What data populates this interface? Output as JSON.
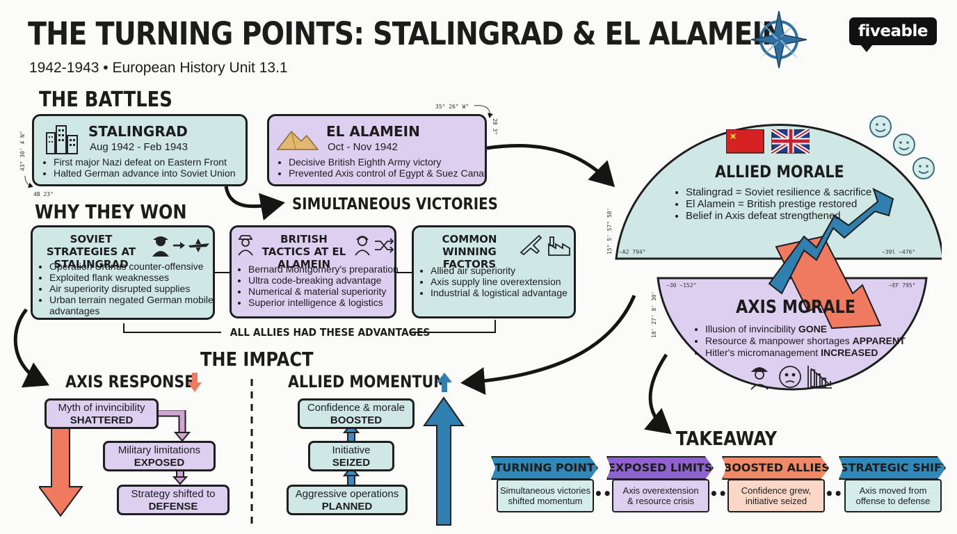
{
  "header": {
    "title": "THE TURNING POINTS: STALINGRAD & EL ALAMEIN",
    "subtitle": "1942-1943 • European History Unit 13.1",
    "logo": "fiveable"
  },
  "battles": {
    "heading": "THE BATTLES",
    "stalingrad": {
      "name": "STALINGRAD",
      "dates": "Aug 1942 - Feb 1943",
      "points": [
        "First major Nazi defeat on Eastern Front",
        "Halted German advance into Soviet Union"
      ],
      "icon": "city-buildings-icon"
    },
    "el_alamein": {
      "name": "EL ALAMEIN",
      "dates": "Oct - Nov 1942",
      "points": [
        "Decisive British Eighth Army victory",
        "Prevented Axis control of Egypt & Suez Canal"
      ],
      "icon": "desert-dunes-icon"
    },
    "simultaneous": "SIMULTANEOUS VICTORIES",
    "coords": {
      "c1": "43° 30' 4 N\"",
      "c2": "4B 23°",
      "c3": "35° 26\" W\"",
      "c4": "28 3°"
    }
  },
  "why": {
    "heading": "WHY THEY WON",
    "soviet": {
      "title": "SOVIET STRATEGIES AT STALINGRAD",
      "points": [
        "Operation Uranus counter-offensive",
        "Exploited flank weaknesses",
        "Air superiority disrupted supplies",
        "Urban terrain negated German mobile advantages"
      ]
    },
    "british": {
      "title": "BRITISH TACTICS AT EL ALAMEIN",
      "points": [
        "Bernard Montgomery's preparation",
        "Ultra code-breaking advantage",
        "Numerical & material superiority",
        "Superior intelligence & logistics"
      ]
    },
    "common": {
      "title": "COMMON WINNING FACTORS",
      "points": [
        "Allied air superiority",
        "Axis supply line overextension",
        "Industrial & logistical advantage"
      ]
    },
    "bracket_label": "ALL ALLIES HAD THESE ADVANTAGES"
  },
  "impact": {
    "heading": "THE IMPACT",
    "axis": {
      "heading": "AXIS RESPONSE",
      "steps": [
        {
          "text": "Myth of invincibility",
          "bold": "SHATTERED"
        },
        {
          "text": "Military limitations",
          "bold": "EXPOSED"
        },
        {
          "text": "Strategy shifted to",
          "bold": "DEFENSE"
        }
      ]
    },
    "allied": {
      "heading": "ALLIED MOMENTUM",
      "steps": [
        {
          "text": "Confidence & morale",
          "bold": "BOOSTED"
        },
        {
          "text": "Initiative",
          "bold": "SEIZED"
        },
        {
          "text": "Aggressive operations",
          "bold": "PLANNED"
        }
      ]
    }
  },
  "morale": {
    "allied": {
      "title": "ALLIED MORALE",
      "points": [
        "Stalingrad = Soviet resilience & sacrifice",
        "El Alamein = British prestige restored",
        "Belief in Axis defeat strengthened"
      ]
    },
    "axis": {
      "title": "AXIS MORALE",
      "points": [
        {
          "text": "Illusion of invincibility ",
          "bold": "GONE"
        },
        {
          "text": "Resource & manpower shortages ",
          "bold": "APPARENT"
        },
        {
          "text": "Hitler's micromanagement ",
          "bold": "INCREASED"
        }
      ]
    },
    "coords": {
      "c1": "15° 5' 57\" 58'",
      "c2": "~A2 794°",
      "c3": "~39l ~476°",
      "c4": "~30 ~152°",
      "c5": "~EF 795°",
      "c6": "18' 27' 8' 30'"
    }
  },
  "takeaway": {
    "heading": "TAKEAWAY",
    "items": [
      {
        "label": "TURNING POINT",
        "text1": "Simultaneous victories",
        "text2": "shifted momentum",
        "color": "#2f88b8",
        "card": "#d4ecea"
      },
      {
        "label": "EXPOSED LIMITS",
        "text1": "Axis overextension",
        "text2": "& resource crisis",
        "color": "#8e62cf",
        "card": "#dccff0"
      },
      {
        "label": "BOOSTED ALLIES",
        "text1": "Confidence grew,",
        "text2": "initiative seized",
        "color": "#f08a66",
        "card": "#fbd7c8"
      },
      {
        "label": "STRATEGIC SHIFT",
        "text1": "Axis moved from",
        "text2": "offense to defense",
        "color": "#2f88b8",
        "card": "#d4ecea"
      }
    ]
  },
  "colors": {
    "teal": "#cfe8e6",
    "lavender": "#dccff0",
    "blue_arrow": "#2f7fb0",
    "red_arrow": "#f07a60"
  }
}
